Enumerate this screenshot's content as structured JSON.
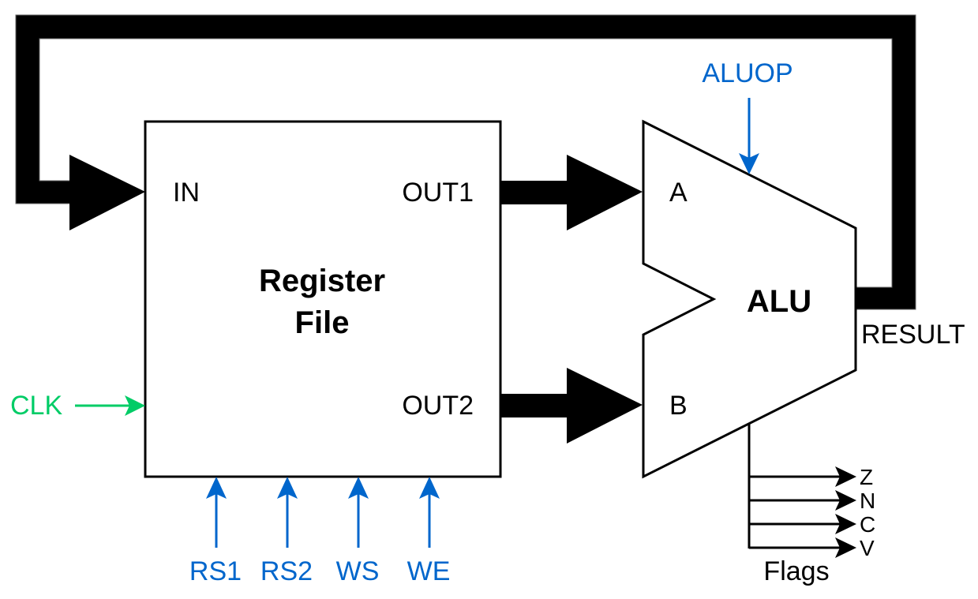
{
  "colors": {
    "bus": "#000000",
    "control": "#0066CC",
    "clock": "#00CC66",
    "text": "#000000"
  },
  "register_file": {
    "title_line1": "Register",
    "title_line2": "File",
    "ports": {
      "in": "IN",
      "out1": "OUT1",
      "out2": "OUT2"
    },
    "clock_label": "CLK",
    "control_inputs": [
      "RS1",
      "RS2",
      "WS",
      "WE"
    ]
  },
  "alu": {
    "title": "ALU",
    "inputs": {
      "a": "A",
      "b": "B"
    },
    "op_label": "ALUOP",
    "result_label": "RESULT",
    "flags_label": "Flags",
    "flags": [
      "Z",
      "N",
      "C",
      "V"
    ]
  }
}
